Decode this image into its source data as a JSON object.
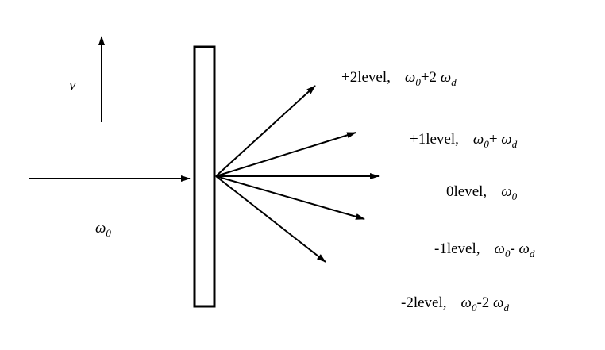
{
  "velocity_label": "v",
  "input_label": {
    "symbol": "ω",
    "sub": "0"
  },
  "orders": [
    {
      "id": "plus2",
      "level": "+2level,",
      "sym1": "ω",
      "sub1": "0",
      "op": "+2 ",
      "sym2": "ω",
      "sub2": "d"
    },
    {
      "id": "plus1",
      "level": "+1level,",
      "sym1": "ω",
      "sub1": "0",
      "op": "+ ",
      "sym2": "ω",
      "sub2": "d"
    },
    {
      "id": "zero",
      "level": "0level,",
      "sym1": "ω",
      "sub1": "0",
      "op": "",
      "sym2": "",
      "sub2": ""
    },
    {
      "id": "minus1",
      "level": "-1level,",
      "sym1": "ω",
      "sub1": "0",
      "op": "- ",
      "sym2": "ω",
      "sub2": "d"
    },
    {
      "id": "minus2",
      "level": "-2level,",
      "sym1": "ω",
      "sub1": "0",
      "op": "-2 ",
      "sym2": "ω",
      "sub2": "d"
    }
  ]
}
